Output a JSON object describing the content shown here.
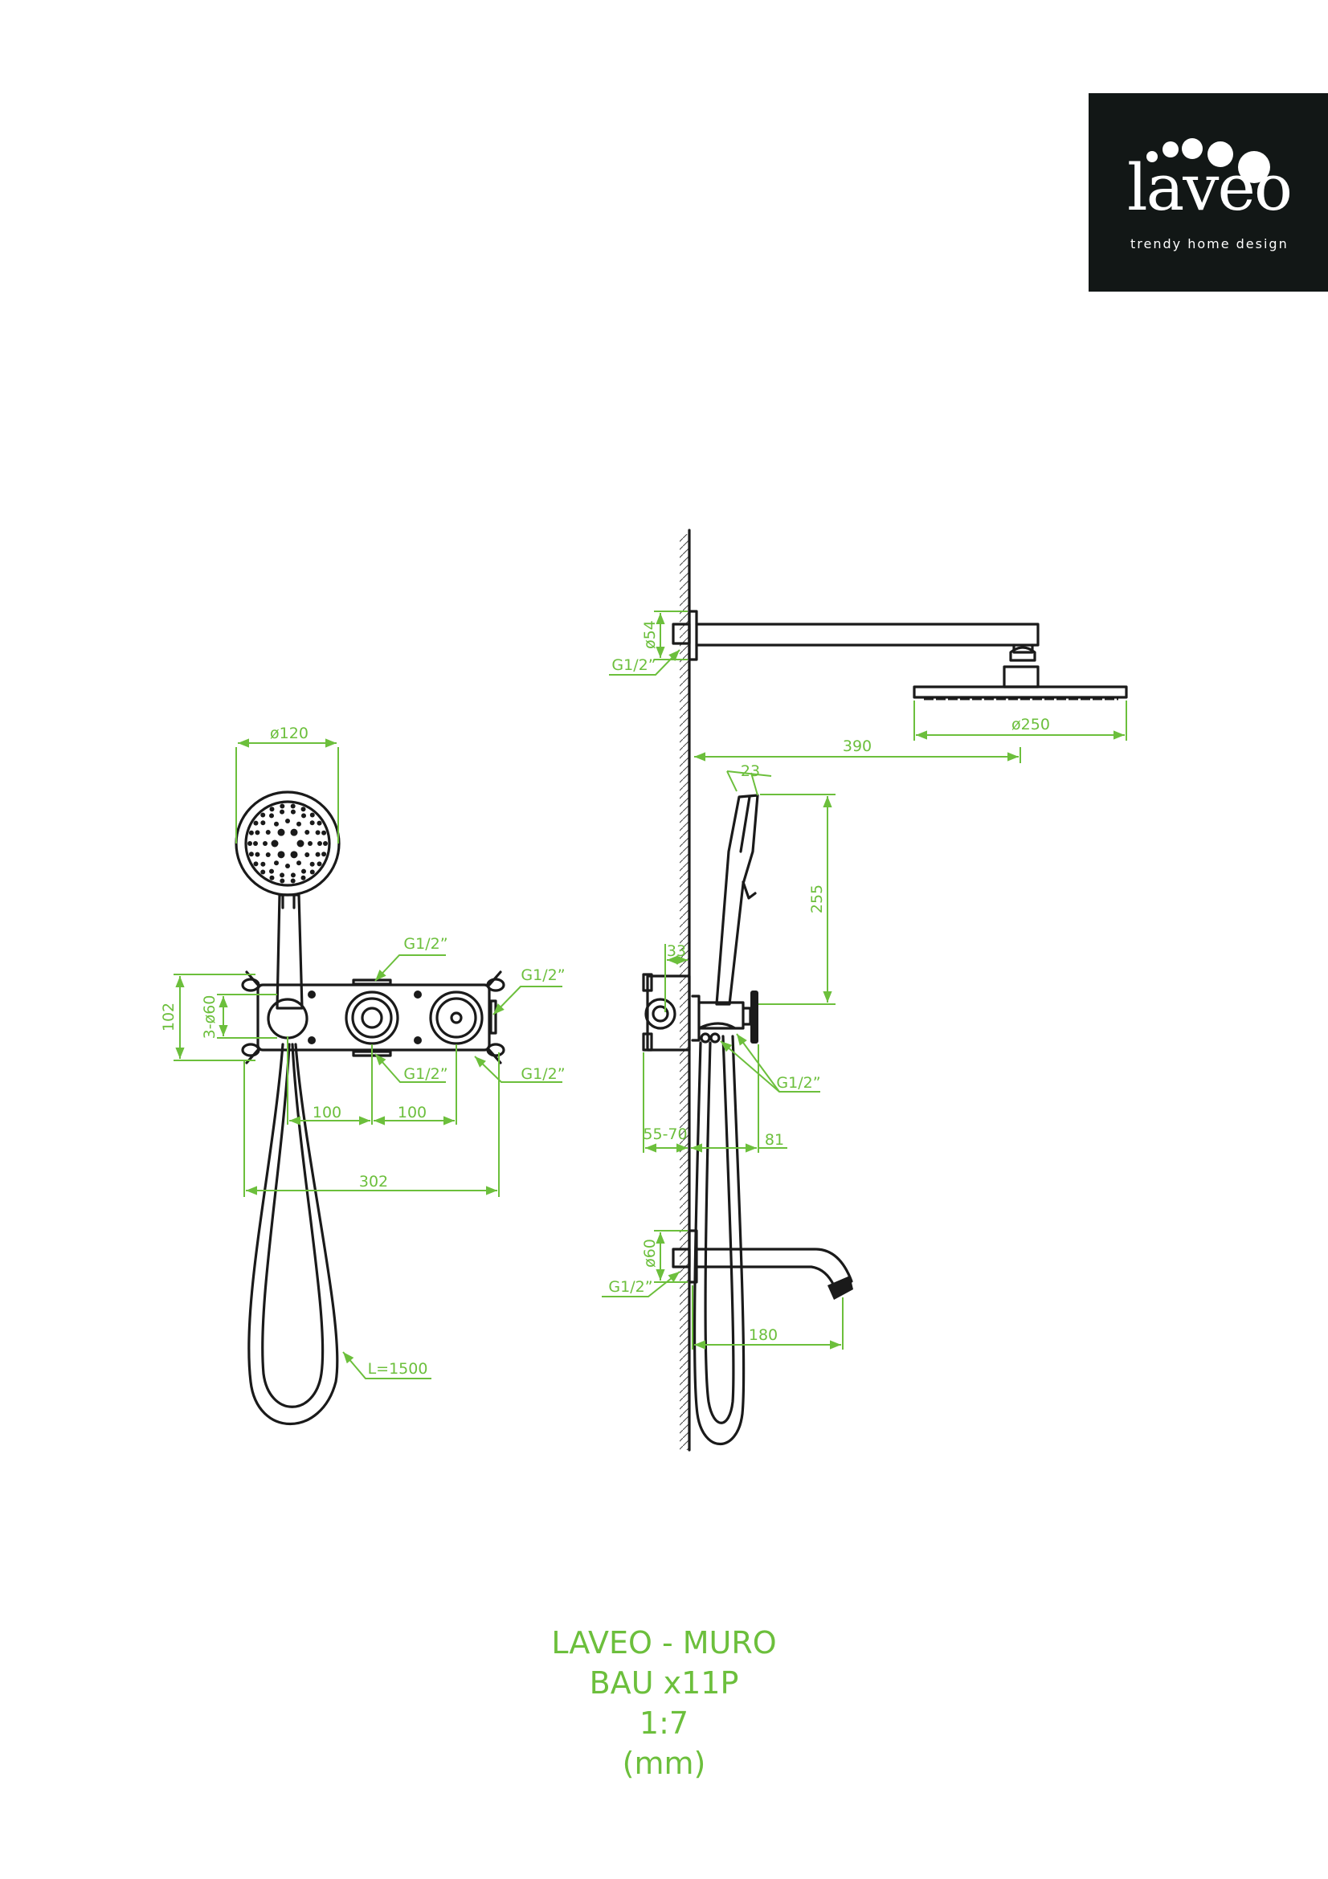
{
  "logo": {
    "word": "laveo",
    "tagline": "trendy home design",
    "bg_color": "#121716"
  },
  "accent_color": "#6cbf3c",
  "front_view": {
    "hand_shower_diameter": "ø120",
    "box_height": "102",
    "knob_diameter": "3-ø60",
    "spacing_1": "100",
    "spacing_2": "100",
    "box_width": "302",
    "hose_length": "L=1500",
    "port_top": "G1/2”",
    "port_right": "G1/2”",
    "port_bottom_center": "G1/2”",
    "port_bottom_right": "G1/2”"
  },
  "side_view": {
    "arm_flange": "ø54",
    "arm_thread": "G1/2”",
    "head_diameter": "ø250",
    "arm_projection": "390",
    "handle_width": "23",
    "handle_height": "255",
    "body_depth": "33",
    "holder_thread": "G1/2”",
    "install_depth": "55-70",
    "holder_projection": "81",
    "spout_flange": "ø60",
    "spout_thread": "G1/2”",
    "spout_length": "180"
  },
  "title": {
    "line1": "LAVEO - MURO",
    "line2": "BAU x11P",
    "line3": "1:7",
    "line4": "(mm)"
  }
}
